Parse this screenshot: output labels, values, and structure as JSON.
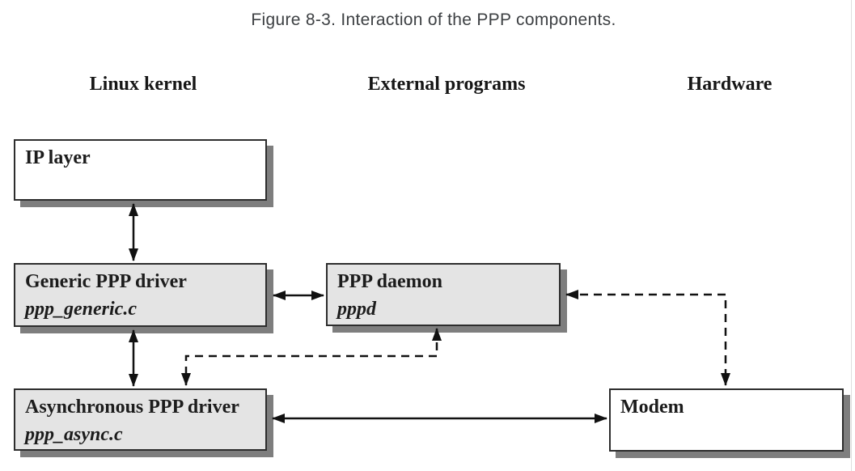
{
  "figure": {
    "title": "Figure 8-3. Interaction of the PPP components."
  },
  "columns": [
    {
      "id": "linux-kernel",
      "label": "Linux kernel"
    },
    {
      "id": "external-programs",
      "label": "External programs"
    },
    {
      "id": "hardware",
      "label": "Hardware"
    }
  ],
  "nodes": {
    "ip_layer": {
      "title": "IP layer"
    },
    "generic_ppp_driver": {
      "title": "Generic PPP driver",
      "subtitle": "ppp_generic.c"
    },
    "ppp_daemon": {
      "title": "PPP daemon",
      "subtitle": "pppd"
    },
    "async_ppp_driver": {
      "title": "Asynchronous PPP driver",
      "subtitle": "ppp_async.c"
    },
    "modem": {
      "title": "Modem"
    }
  },
  "connections": [
    {
      "from": "ip_layer",
      "to": "generic_ppp_driver",
      "style": "solid",
      "bidirectional": true
    },
    {
      "from": "generic_ppp_driver",
      "to": "ppp_daemon",
      "style": "solid",
      "bidirectional": true
    },
    {
      "from": "generic_ppp_driver",
      "to": "async_ppp_driver",
      "style": "solid",
      "bidirectional": true
    },
    {
      "from": "async_ppp_driver",
      "to": "modem",
      "style": "solid",
      "bidirectional": true
    },
    {
      "from": "ppp_daemon",
      "to": "async_ppp_driver",
      "style": "dashed",
      "bidirectional": true
    },
    {
      "from": "modem",
      "to": "ppp_daemon",
      "style": "dashed",
      "bidirectional": true
    }
  ],
  "colors": {
    "box_border": "#2d2d2d",
    "box_shadow": "#7e7e7e",
    "box_fill_gray": "#e4e4e4",
    "box_fill_white": "#ffffff",
    "arrow": "#111111",
    "title_text": "#3d4043",
    "label_text": "#161616"
  }
}
